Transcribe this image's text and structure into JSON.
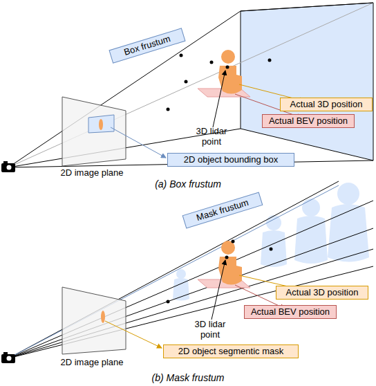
{
  "diagram": {
    "nodes": [
      {
        "text": [
          "Box frustum"
        ]
      },
      {
        "text": [
          "Actual 3D position"
        ]
      },
      {
        "text": [
          "Actual BEV position"
        ]
      },
      {
        "text": [
          "2D object bounding box"
        ]
      },
      {
        "text": [
          "Mask frustum"
        ]
      },
      {
        "text": [
          "Actual 3D position"
        ]
      },
      {
        "text": [
          "Actual BEV position"
        ]
      },
      {
        "text": [
          "2D object segmentic mask"
        ]
      }
    ],
    "labels": [
      "3D lidar point",
      "2D image plane",
      "(a) Box frustum",
      "3D lidar point",
      "2D image plane",
      "(b) Mask frustum"
    ]
  }
}
